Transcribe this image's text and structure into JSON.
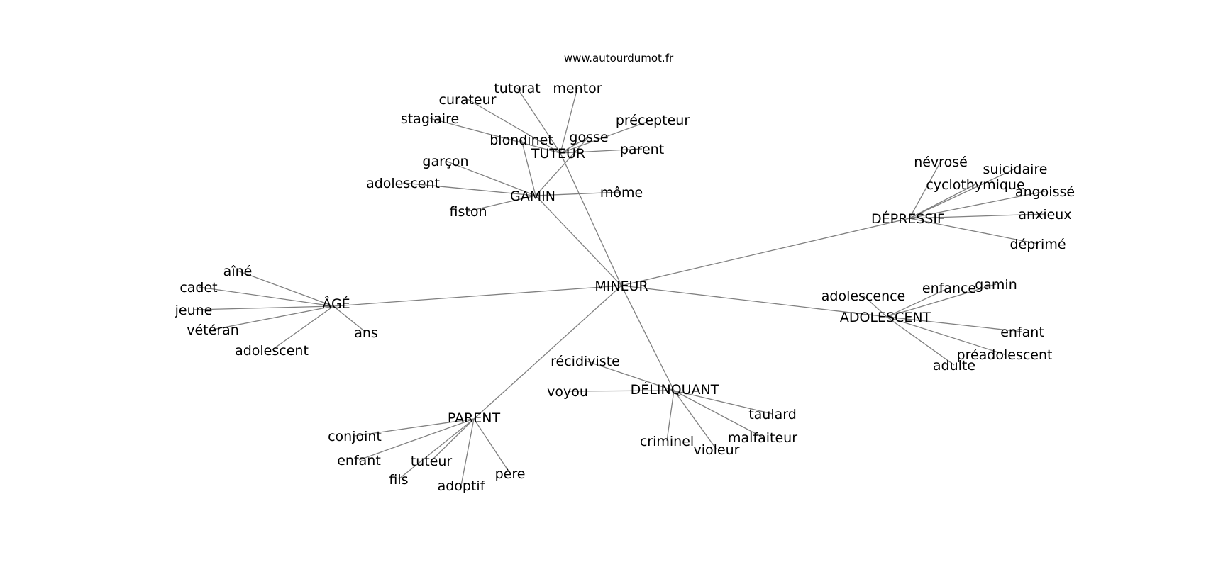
{
  "site": "www.autourdumot.fr",
  "graph": {
    "center": "MINEUR",
    "nodes": {
      "mineur": "MINEUR",
      "tuteur": "TUTEUR",
      "gamin": "GAMIN",
      "depressif": "DÉPRESSIF",
      "age": "ÂGÉ",
      "adolescent_hub": "ADOLESCENT",
      "delinquant": "DÉLINQUANT",
      "parent_hub": "PARENT",
      "tutorat": "tutorat",
      "mentor": "mentor",
      "curateur": "curateur",
      "stagiaire": "stagiaire",
      "blondinet": "blondinet",
      "precepteur": "précepteur",
      "gosse": "gosse",
      "parent_tuteur": "parent",
      "garcon": "garçon",
      "adolescent_gamin": "adolescent",
      "mome": "môme",
      "fiston": "fiston",
      "nevrose": "névrosé",
      "suicidaire": "suicidaire",
      "cyclothymique": "cyclothymique",
      "angoisse": "angoissé",
      "anxieux": "anxieux",
      "deprime": "déprimé",
      "aine": "aîné",
      "cadet": "cadet",
      "jeune": "jeune",
      "veteran": "vétéran",
      "adolescent_age": "adolescent",
      "ans": "ans",
      "adolescence": "adolescence",
      "enfance": "enfance",
      "gamin_ado": "gamin",
      "enfant_ado": "enfant",
      "preadolescent": "préadolescent",
      "adulte": "adulte",
      "recidiviste": "récidiviste",
      "voyou": "voyou",
      "taulard": "taulard",
      "malfaiteur": "malfaiteur",
      "criminel": "criminel",
      "violeur": "violeur",
      "conjoint": "conjoint",
      "enfant_parent": "enfant",
      "tuteur_parent": "tuteur",
      "fils": "fils",
      "adoptif": "adoptif",
      "pere": "père"
    },
    "edges": [
      [
        "mineur",
        "tuteur"
      ],
      [
        "mineur",
        "gamin"
      ],
      [
        "mineur",
        "depressif"
      ],
      [
        "mineur",
        "age"
      ],
      [
        "mineur",
        "adolescent_hub"
      ],
      [
        "mineur",
        "delinquant"
      ],
      [
        "mineur",
        "parent_hub"
      ],
      [
        "tuteur",
        "tutorat"
      ],
      [
        "tuteur",
        "mentor"
      ],
      [
        "tuteur",
        "curateur"
      ],
      [
        "tuteur",
        "stagiaire"
      ],
      [
        "tuteur",
        "precepteur"
      ],
      [
        "tuteur",
        "parent_tuteur"
      ],
      [
        "tuteur",
        "gosse"
      ],
      [
        "gamin",
        "blondinet"
      ],
      [
        "gamin",
        "gosse"
      ],
      [
        "gamin",
        "garcon"
      ],
      [
        "gamin",
        "adolescent_gamin"
      ],
      [
        "gamin",
        "mome"
      ],
      [
        "gamin",
        "fiston"
      ],
      [
        "depressif",
        "nevrose"
      ],
      [
        "depressif",
        "suicidaire"
      ],
      [
        "depressif",
        "cyclothymique"
      ],
      [
        "depressif",
        "angoisse"
      ],
      [
        "depressif",
        "anxieux"
      ],
      [
        "depressif",
        "deprime"
      ],
      [
        "age",
        "aine"
      ],
      [
        "age",
        "cadet"
      ],
      [
        "age",
        "jeune"
      ],
      [
        "age",
        "veteran"
      ],
      [
        "age",
        "adolescent_age"
      ],
      [
        "age",
        "ans"
      ],
      [
        "adolescent_hub",
        "adolescence"
      ],
      [
        "adolescent_hub",
        "enfance"
      ],
      [
        "adolescent_hub",
        "gamin_ado"
      ],
      [
        "adolescent_hub",
        "enfant_ado"
      ],
      [
        "adolescent_hub",
        "preadolescent"
      ],
      [
        "adolescent_hub",
        "adulte"
      ],
      [
        "delinquant",
        "recidiviste"
      ],
      [
        "delinquant",
        "voyou"
      ],
      [
        "delinquant",
        "taulard"
      ],
      [
        "delinquant",
        "malfaiteur"
      ],
      [
        "delinquant",
        "criminel"
      ],
      [
        "delinquant",
        "violeur"
      ],
      [
        "parent_hub",
        "conjoint"
      ],
      [
        "parent_hub",
        "enfant_parent"
      ],
      [
        "parent_hub",
        "tuteur_parent"
      ],
      [
        "parent_hub",
        "fils"
      ],
      [
        "parent_hub",
        "adoptif"
      ],
      [
        "parent_hub",
        "pere"
      ]
    ]
  }
}
